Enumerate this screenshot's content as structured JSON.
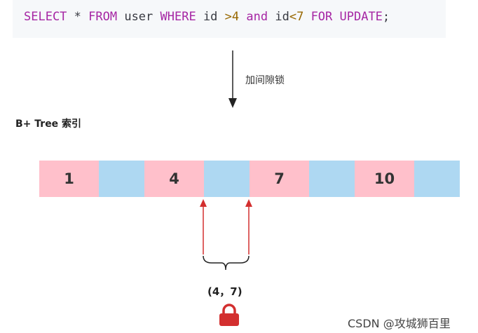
{
  "sql": {
    "tokens": [
      {
        "text": "SELECT",
        "kind": "kw"
      },
      {
        "text": " * ",
        "kind": "plain"
      },
      {
        "text": "FROM",
        "kind": "kw"
      },
      {
        "text": " user ",
        "kind": "plain"
      },
      {
        "text": "WHERE",
        "kind": "kw"
      },
      {
        "text": " id ",
        "kind": "plain"
      },
      {
        "text": ">4",
        "kind": "num"
      },
      {
        "text": " ",
        "kind": "plain"
      },
      {
        "text": "and",
        "kind": "kw"
      },
      {
        "text": " id",
        "kind": "plain"
      },
      {
        "text": "<7",
        "kind": "num"
      },
      {
        "text": " ",
        "kind": "plain"
      },
      {
        "text": "FOR UPDATE",
        "kind": "kw"
      },
      {
        "text": ";",
        "kind": "plain"
      }
    ]
  },
  "arrow_label": "加间隙锁",
  "tree_title": "B+ Tree 索引",
  "index_cells": [
    {
      "label": "1",
      "type": "record"
    },
    {
      "label": "",
      "type": "gap"
    },
    {
      "label": "4",
      "type": "record"
    },
    {
      "label": "",
      "type": "gap"
    },
    {
      "label": "7",
      "type": "record"
    },
    {
      "label": "",
      "type": "gap"
    },
    {
      "label": "10",
      "type": "record"
    },
    {
      "label": "",
      "type": "gap"
    }
  ],
  "range_label": "(4，7)",
  "watermark": "CSDN @攻城狮百里",
  "colors": {
    "record": "#ffc0cb",
    "gap": "#aed8f2",
    "pointer_arrow": "#d32f2f",
    "lock": "#d32f2f"
  }
}
